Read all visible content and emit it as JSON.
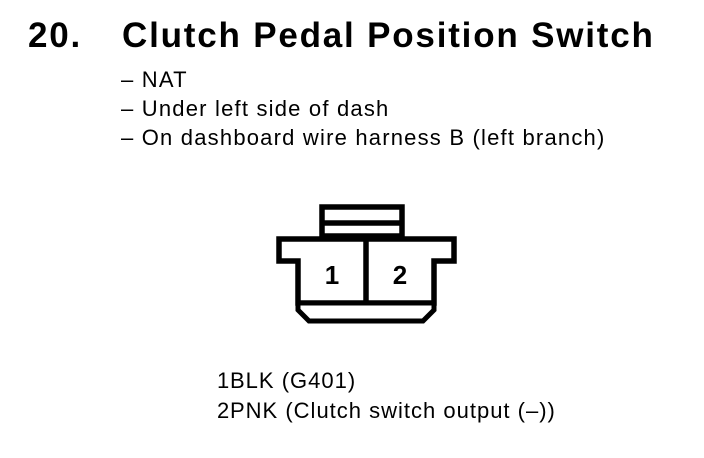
{
  "page": {
    "background_color": "#ffffff",
    "ink_color": "#000000"
  },
  "heading": {
    "number": "20.",
    "title": "Clutch Pedal Position Switch"
  },
  "location_notes": [
    "– NAT",
    "– Under left side of dash",
    "– On dashboard wire harness B (left branch)"
  ],
  "connector": {
    "description": "2-cavity connector, front view, lock tab on top",
    "pins": [
      {
        "number": "1"
      },
      {
        "number": "2"
      }
    ]
  },
  "pin_legend": [
    {
      "pin": "1",
      "description": "BLK (G401)"
    },
    {
      "pin": "2",
      "description": "PNK (Clutch switch output (–))"
    }
  ]
}
